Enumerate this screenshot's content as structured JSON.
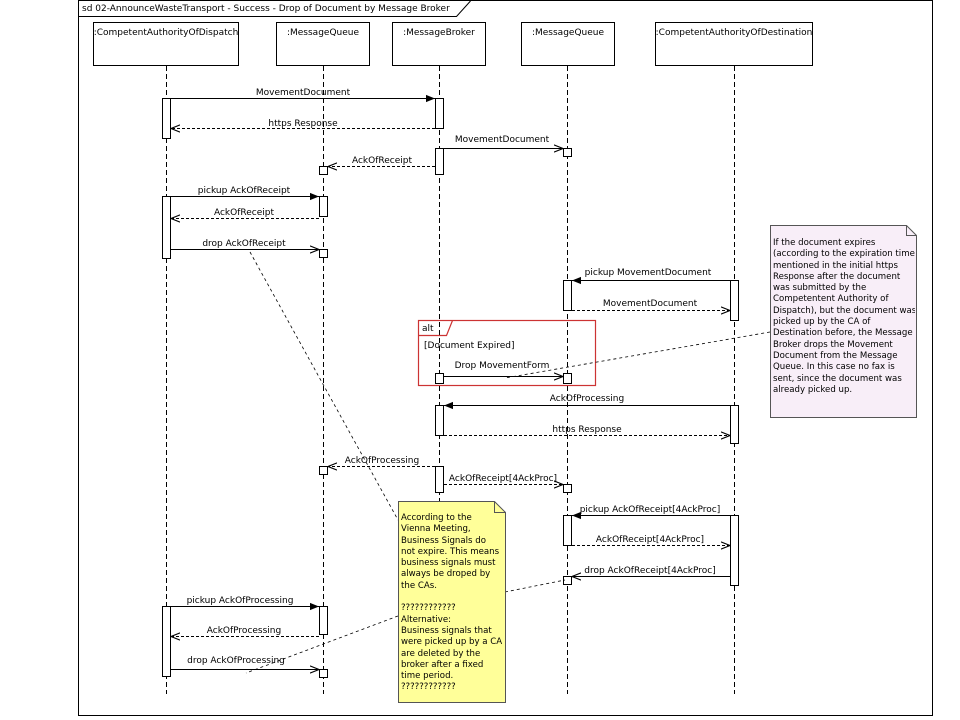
{
  "diagram_title": "sd 02-AnnounceWasteTransport - Success - Drop of Document by Message Broker",
  "lifelines": [
    {
      "label": ":CompetentAuthorityOfDispatch"
    },
    {
      "label": ":MessageQueue"
    },
    {
      "label": ":MessageBroker"
    },
    {
      "label": ":MessageQueue"
    },
    {
      "label": ":CompetentAuthorityOfDestination"
    }
  ],
  "messages": [
    {
      "label": "MovementDocument",
      "kind": "call"
    },
    {
      "label": "https Response",
      "kind": "return"
    },
    {
      "label": "MovementDocument",
      "kind": "call"
    },
    {
      "label": "AckOfReceipt",
      "kind": "return"
    },
    {
      "label": "pickup AckOfReceipt",
      "kind": "call"
    },
    {
      "label": "AckOfReceipt",
      "kind": "return"
    },
    {
      "label": "drop AckOfReceipt",
      "kind": "call"
    },
    {
      "label": "pickup MovementDocument",
      "kind": "call"
    },
    {
      "label": "MovementDocument",
      "kind": "return"
    },
    {
      "label": "Drop MovementForm",
      "kind": "call"
    },
    {
      "label": "AckOfProcessing",
      "kind": "call"
    },
    {
      "label": "https Response",
      "kind": "return"
    },
    {
      "label": "AckOfProcessing",
      "kind": "return"
    },
    {
      "label": "AckOfReceipt[4AckProc]",
      "kind": "return"
    },
    {
      "label": "pickup AckOfReceipt[4AckProc]",
      "kind": "call"
    },
    {
      "label": "AckOfReceipt[4AckProc]",
      "kind": "return"
    },
    {
      "label": "drop AckOfReceipt[4AckProc]",
      "kind": "call"
    },
    {
      "label": "pickup AckOfProcessing",
      "kind": "call"
    },
    {
      "label": "AckOfProcessing",
      "kind": "return"
    },
    {
      "label": "drop AckOfProcessing",
      "kind": "call"
    }
  ],
  "fragment": {
    "operator": "alt",
    "guard": "[Document Expired]"
  },
  "notes": [
    {
      "lines": [
        "If the document expires",
        "(according to the expiration time",
        "mentioned in the initial https",
        "Response after the document",
        "was submitted by the",
        "Competentent Authority of",
        "Dispatch), but the document was",
        "picked up by the CA of",
        "Destination before, the Message",
        "Broker drops the Movement",
        "Document from the Message",
        "Queue. In this case no fax is",
        "sent, since the document was",
        "already picked up."
      ],
      "fill": "#f8eef8"
    },
    {
      "lines": [
        "According to the",
        "Vienna Meeting,",
        "Business Signals do",
        "not expire. This means",
        "business signals must",
        "always be droped by",
        "the CAs.",
        "",
        "????????????",
        "Alternative:",
        "Business signals that",
        "were picked up by a CA",
        "are deleted by the",
        "broker after a fixed",
        "time period.",
        "????????????"
      ],
      "fill": "#ffff99"
    }
  ],
  "colors": {
    "line": "#000000",
    "fragment_border": "#cc3333",
    "note_border": "#555555"
  }
}
